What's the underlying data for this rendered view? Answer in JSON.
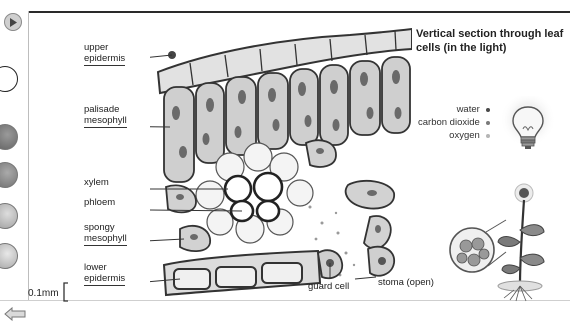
{
  "diagram": {
    "title": "Vertical section through leaf cells (in the light)",
    "labels": {
      "upper_epidermis": [
        "upper",
        "epidermis"
      ],
      "palisade_mesophyll": [
        "palisade",
        "mesophyll"
      ],
      "xylem": "xylem",
      "phloem": "phloem",
      "spongy_mesophyll": [
        "spongy",
        "mesophyll"
      ],
      "lower_epidermis": [
        "lower",
        "epidermis"
      ],
      "guard_cell": "guard cell",
      "stoma": "stoma (open)"
    },
    "scale_bar": "0.1mm",
    "legend": [
      {
        "label": "water",
        "color": "#4a4a4a"
      },
      {
        "label": "carbon dioxide",
        "color": "#7a7a7a"
      },
      {
        "label": "oxygen",
        "color": "#b5b5b5"
      }
    ]
  },
  "nav": {
    "play_icon": "play-icon",
    "back_icon": "back-arrow-icon",
    "thumbnails": [
      "thumbnail-1",
      "thumbnail-2",
      "thumbnail-3",
      "thumbnail-4",
      "thumbnail-5"
    ]
  }
}
